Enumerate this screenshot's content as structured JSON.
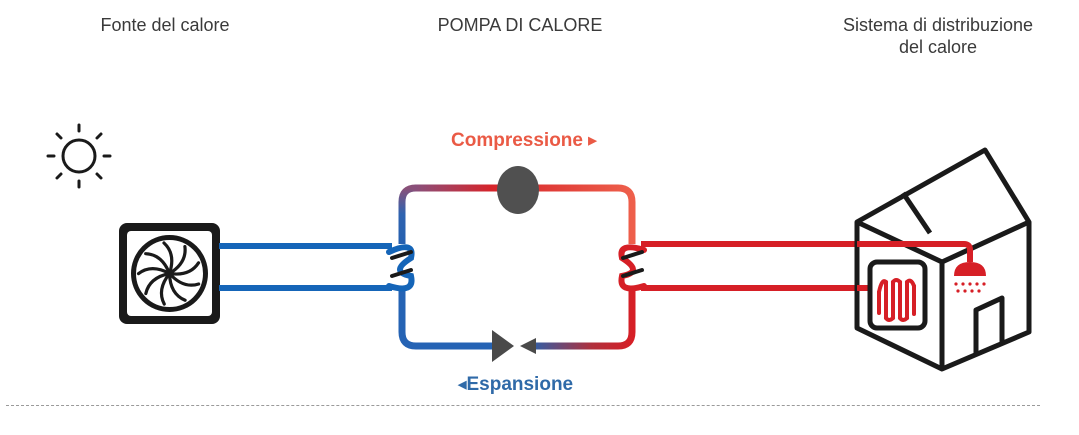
{
  "headings": {
    "source": "Fonte del calore",
    "pump": "POMPA DI CALORE",
    "distribution_line1": "Sistema di distribuzione",
    "distribution_line2": "del calore"
  },
  "phases": {
    "compression": "Compressione",
    "expansion": "Espansione"
  },
  "icons": [
    "sun-icon",
    "fan-unit-icon",
    "compressor-icon",
    "expansion-valve-icon",
    "house-icon",
    "radiator-icon",
    "shower-icon"
  ],
  "colors": {
    "cold": "#1565b8",
    "hot": "#d61f26",
    "compression_label": "#ea5a45",
    "expansion_label": "#2f6aa8",
    "dark": "#1a1a1a"
  }
}
